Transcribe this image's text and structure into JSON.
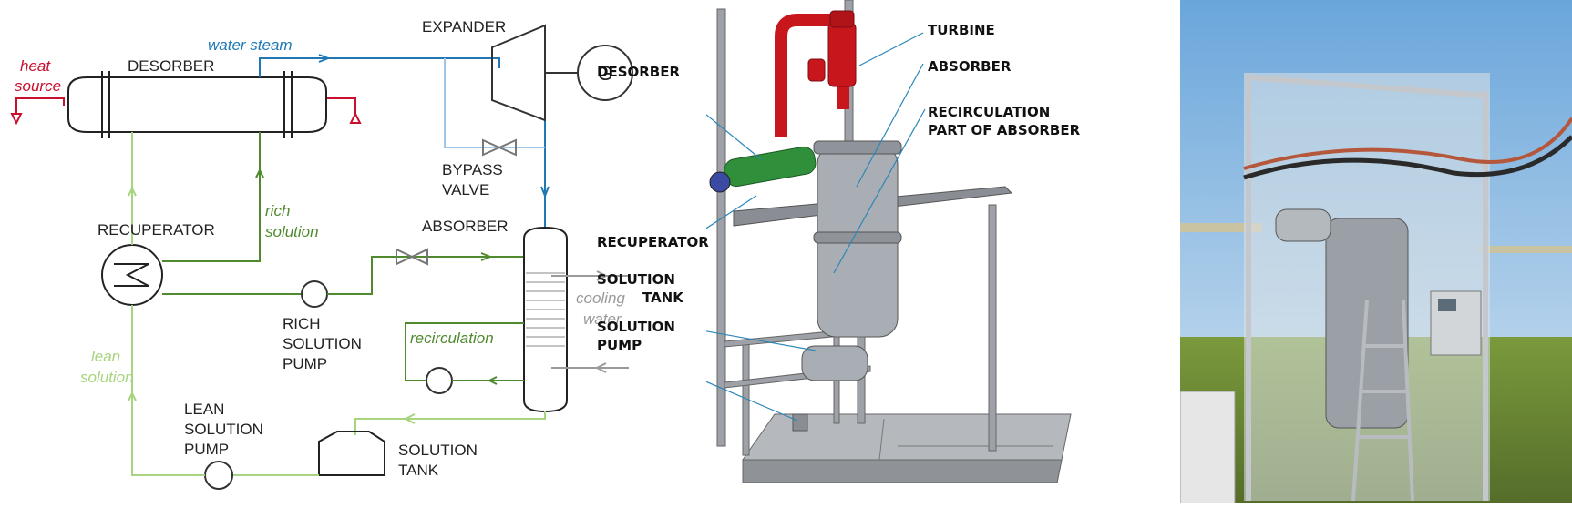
{
  "schematic": {
    "heat_source": [
      "heat",
      "source"
    ],
    "desorber": "DESORBER",
    "water_steam": "water steam",
    "expander": "EXPANDER",
    "generator": "G",
    "bypass_valve": [
      "BYPASS",
      "VALVE"
    ],
    "rich_solution": [
      "rich",
      "solution"
    ],
    "recuperator": "RECUPERATOR",
    "absorber": "ABSORBER",
    "rich_solution_pump": [
      "RICH",
      "SOLUTION",
      "PUMP"
    ],
    "cooling_water": [
      "cooling",
      "water"
    ],
    "recirculation": "recirculation",
    "lean_solution": [
      "lean",
      "solution"
    ],
    "lean_solution_pump": [
      "LEAN",
      "SOLUTION",
      "PUMP"
    ],
    "solution_tank": [
      "SOLUTION",
      "TANK"
    ]
  },
  "cad": {
    "turbine": "TURBINE",
    "desorber": "DESORBER",
    "absorber": "ABSORBER",
    "recirculation_part": [
      "RECIRCULATION",
      "PART OF ABSORBER"
    ],
    "recuperator": "RECUPERATOR",
    "solution_tank": [
      "SOLUTION",
      "TANK"
    ],
    "solution_pump": [
      "SOLUTION",
      "PUMP"
    ]
  },
  "colors": {
    "heat": "#c8102e",
    "steam": "#1f78b4",
    "rich": "#4f8a2e",
    "lean": "#a6d47f",
    "cooling": "#9a9a9a",
    "turbine_pipe": "#c8161d",
    "desorber_green": "#2f8f3a",
    "steel": "#a9adb4"
  }
}
